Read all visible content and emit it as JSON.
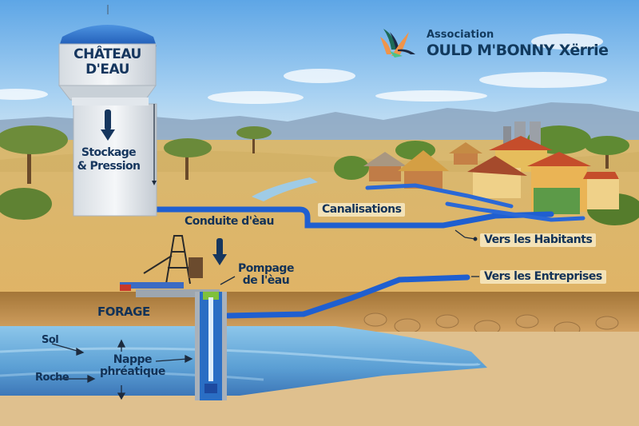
{
  "brand": {
    "prefix": "Association",
    "name": "OULD M'BONNY Xërrie",
    "logo_icon": "stylized-leaves-logo",
    "colors": {
      "orange": "#f0944a",
      "dark_green": "#1d6b58",
      "navy": "#1c2a44",
      "light_green": "#4cc28a"
    }
  },
  "water_tower": {
    "title_line1": "CHÂTEAU",
    "title_line2": "D'EAU",
    "function_line1": "Stockage",
    "function_line2": "& Pression"
  },
  "labels": {
    "conduite": "Conduite d'èau",
    "pompage_line1": "Pompage",
    "pompage_line2": "de l'èau",
    "canalisations": "Canalisations",
    "habitants": "Vers les Habitants",
    "entreprises": "Vers les Entreprises",
    "forage": "FORAGE",
    "sol": "Sol",
    "roche": "Roche",
    "nappe_line1": "Nappe",
    "nappe_line2": "phréatique"
  },
  "colors": {
    "text_navy": "#123257",
    "pipe_blue": "#1f5fd0",
    "water_blue": "#6fb3e0",
    "sky_top": "#6fb0ea",
    "sand": "#e2b96b"
  }
}
